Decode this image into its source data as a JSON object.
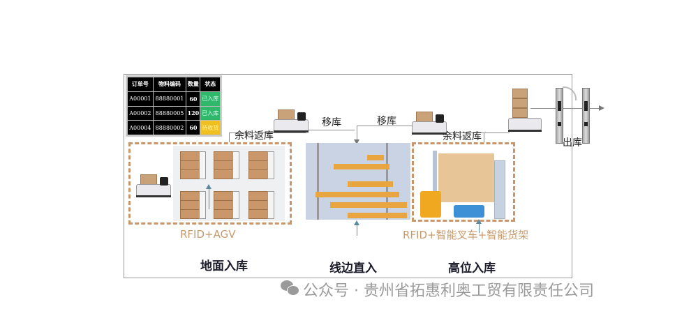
{
  "status_board": {
    "headers": [
      "订单号",
      "物料编码",
      "数量",
      "状态"
    ],
    "rows": [
      {
        "order": "A00001",
        "code": "88880001",
        "qty": "60",
        "status": "已入库",
        "status_color": "#2fb86a"
      },
      {
        "order": "A00002",
        "code": "88880005",
        "qty": "120",
        "status": "已入库",
        "status_color": "#2fb86a"
      },
      {
        "order": "A00004",
        "code": "88880002",
        "qty": "60",
        "status": "待收货",
        "status_color": "#f0c020"
      }
    ]
  },
  "flow_labels": {
    "return_left": "余料返库",
    "move_left": "移库",
    "move_right": "移库",
    "return_right": "余料返库",
    "outbound": "出库"
  },
  "zones": [
    {
      "tech": "RFID+AGV",
      "title": "地面入库"
    },
    {
      "tech": "",
      "title": "线边直入"
    },
    {
      "tech": "RFID+智能叉车+智能货架",
      "title": "高位入库"
    }
  ],
  "colors": {
    "dashed_border": "#c8966a",
    "tech_label": "#c89a6c",
    "box": "#c9976a",
    "frame": "#9a9a9a"
  },
  "watermark": {
    "icon": "wechat-icon",
    "text": "公众号 · 贵州省拓惠利奥工贸有限责任公司"
  }
}
